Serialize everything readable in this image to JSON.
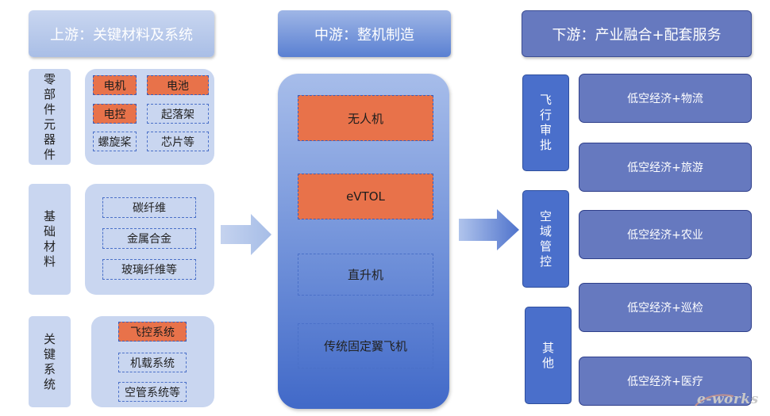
{
  "upstream": {
    "header": "上游：关键材料及系统",
    "groups": [
      {
        "label": "零部件元器件",
        "items": [
          "电机",
          "电池",
          "电控",
          "起落架",
          "螺旋桨",
          "芯片等"
        ]
      },
      {
        "label": "基础材料",
        "items": [
          "碳纤维",
          "金属合金",
          "玻璃纤维等"
        ]
      },
      {
        "label": "关键系统",
        "items": [
          "飞控系统",
          "机载系统",
          "空管系统等"
        ]
      }
    ]
  },
  "midstream": {
    "header": "中游：整机制造",
    "items": [
      "无人机",
      "eVTOL",
      "直升机",
      "传统固定翼飞机"
    ]
  },
  "downstream": {
    "header": "下游：产业融合+配套服务",
    "labels": [
      "飞行审批",
      "空域管控",
      "其他"
    ],
    "items": [
      "低空经济+物流",
      "低空经济+旅游",
      "低空经济+农业",
      "低空经济+巡检",
      "低空经济+医疗"
    ]
  },
  "watermark": "e-works",
  "colors": {
    "highlight": "#e8724a",
    "light_panel": "#c9d6f0",
    "dark_box": "#6679bf",
    "mid_gradient_end": "#4169c8"
  }
}
